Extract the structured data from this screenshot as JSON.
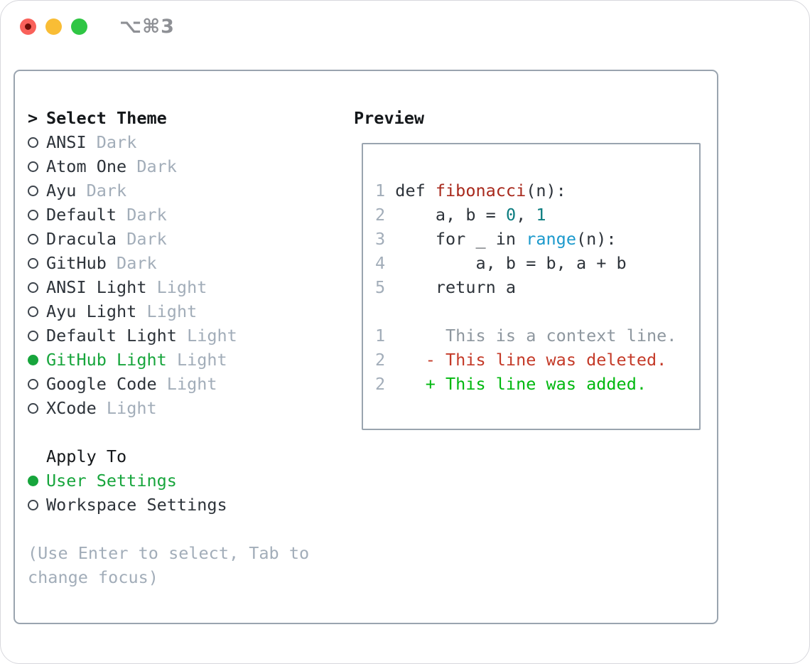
{
  "window": {
    "title": "⌥⌘3"
  },
  "titlebar": {
    "buttons": [
      {
        "name": "close",
        "color": "#f9615a",
        "unsaved_dot": true
      },
      {
        "name": "minimize",
        "color": "#f9bd35"
      },
      {
        "name": "zoom",
        "color": "#2fc644"
      }
    ]
  },
  "theme_list": {
    "cursor": ">",
    "header": "Select Theme",
    "items": [
      {
        "name": "ANSI",
        "variant": "Dark",
        "selected": false
      },
      {
        "name": "Atom One",
        "variant": "Dark",
        "selected": false
      },
      {
        "name": "Ayu",
        "variant": "Dark",
        "selected": false
      },
      {
        "name": "Default",
        "variant": "Dark",
        "selected": false
      },
      {
        "name": "Dracula",
        "variant": "Dark",
        "selected": false
      },
      {
        "name": "GitHub",
        "variant": "Dark",
        "selected": false
      },
      {
        "name": "ANSI Light",
        "variant": "Light",
        "selected": false
      },
      {
        "name": "Ayu Light",
        "variant": "Light",
        "selected": false
      },
      {
        "name": "Default Light",
        "variant": "Light",
        "selected": false
      },
      {
        "name": "GitHub Light",
        "variant": "Light",
        "selected": true
      },
      {
        "name": "Google Code",
        "variant": "Light",
        "selected": false
      },
      {
        "name": "XCode",
        "variant": "Light",
        "selected": false
      }
    ]
  },
  "apply_to": {
    "header": "Apply To",
    "options": [
      {
        "label": "User Settings",
        "selected": true
      },
      {
        "label": "Workspace Settings",
        "selected": false
      }
    ]
  },
  "help_text": "(Use Enter to select, Tab to\nchange focus)",
  "preview": {
    "header": "Preview",
    "lines": [
      {
        "kind": "code",
        "tokens": [
          {
            "t": "1 ",
            "c": "ln"
          },
          {
            "t": "def ",
            "c": "kw"
          },
          {
            "t": "fibonacci",
            "c": "fn"
          },
          {
            "t": "(n):",
            "c": "pl"
          }
        ]
      },
      {
        "kind": "code",
        "tokens": [
          {
            "t": "2 ",
            "c": "ln"
          },
          {
            "t": "    a, b = ",
            "c": "pl"
          },
          {
            "t": "0",
            "c": "num"
          },
          {
            "t": ", ",
            "c": "pl"
          },
          {
            "t": "1",
            "c": "num"
          }
        ]
      },
      {
        "kind": "code",
        "tokens": [
          {
            "t": "3 ",
            "c": "ln"
          },
          {
            "t": "    for _ in ",
            "c": "kw"
          },
          {
            "t": "range",
            "c": "bi"
          },
          {
            "t": "(n):",
            "c": "pl"
          }
        ]
      },
      {
        "kind": "code",
        "tokens": [
          {
            "t": "4 ",
            "c": "ln"
          },
          {
            "t": "        a, b = b, a + b",
            "c": "pl"
          }
        ]
      },
      {
        "kind": "code",
        "tokens": [
          {
            "t": "5 ",
            "c": "ln"
          },
          {
            "t": "    return a",
            "c": "pl"
          }
        ]
      },
      {
        "kind": "blank",
        "tokens": []
      },
      {
        "kind": "context",
        "tokens": [
          {
            "t": "1 ",
            "c": "ln"
          },
          {
            "t": "     This is a context line.",
            "c": "ctx"
          }
        ]
      },
      {
        "kind": "deleted",
        "tokens": [
          {
            "t": "2 ",
            "c": "ln"
          },
          {
            "t": "   - This line was deleted.",
            "c": "del"
          }
        ]
      },
      {
        "kind": "added",
        "tokens": [
          {
            "t": "2 ",
            "c": "ln"
          },
          {
            "t": "   + This line was added.",
            "c": "add"
          }
        ]
      }
    ]
  },
  "colors": {
    "accent_green": "#17a53c",
    "diff_added": "#00b80f",
    "diff_deleted": "#c43a28",
    "function_red": "#a8291c",
    "number_teal": "#0d7d80",
    "builtin_blue": "#1b99cc",
    "muted_gray": "#a2adb9",
    "context_gray": "#8e979f",
    "text_dark": "#2d333a",
    "header_black": "#14171a",
    "border_gray": "#9aa4af",
    "traffic_red": "#f9615a",
    "traffic_yellow": "#f9bd35",
    "traffic_green": "#2fc644"
  }
}
